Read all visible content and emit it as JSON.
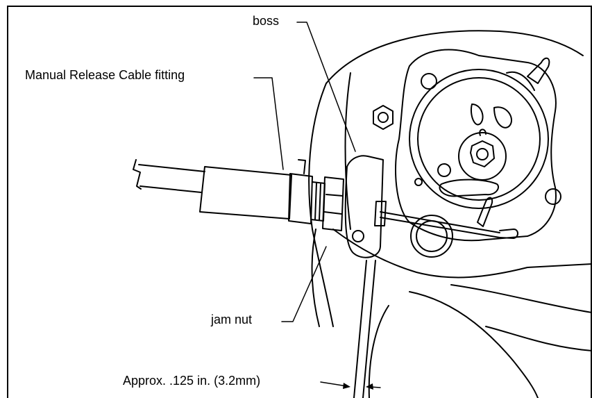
{
  "figure": {
    "caption_fragment": "",
    "labels": {
      "boss": "boss",
      "cable_fitting": "Manual Release Cable fitting",
      "jam_nut": "jam nut",
      "gap": "Approx. .125 in. (3.2mm)"
    }
  }
}
